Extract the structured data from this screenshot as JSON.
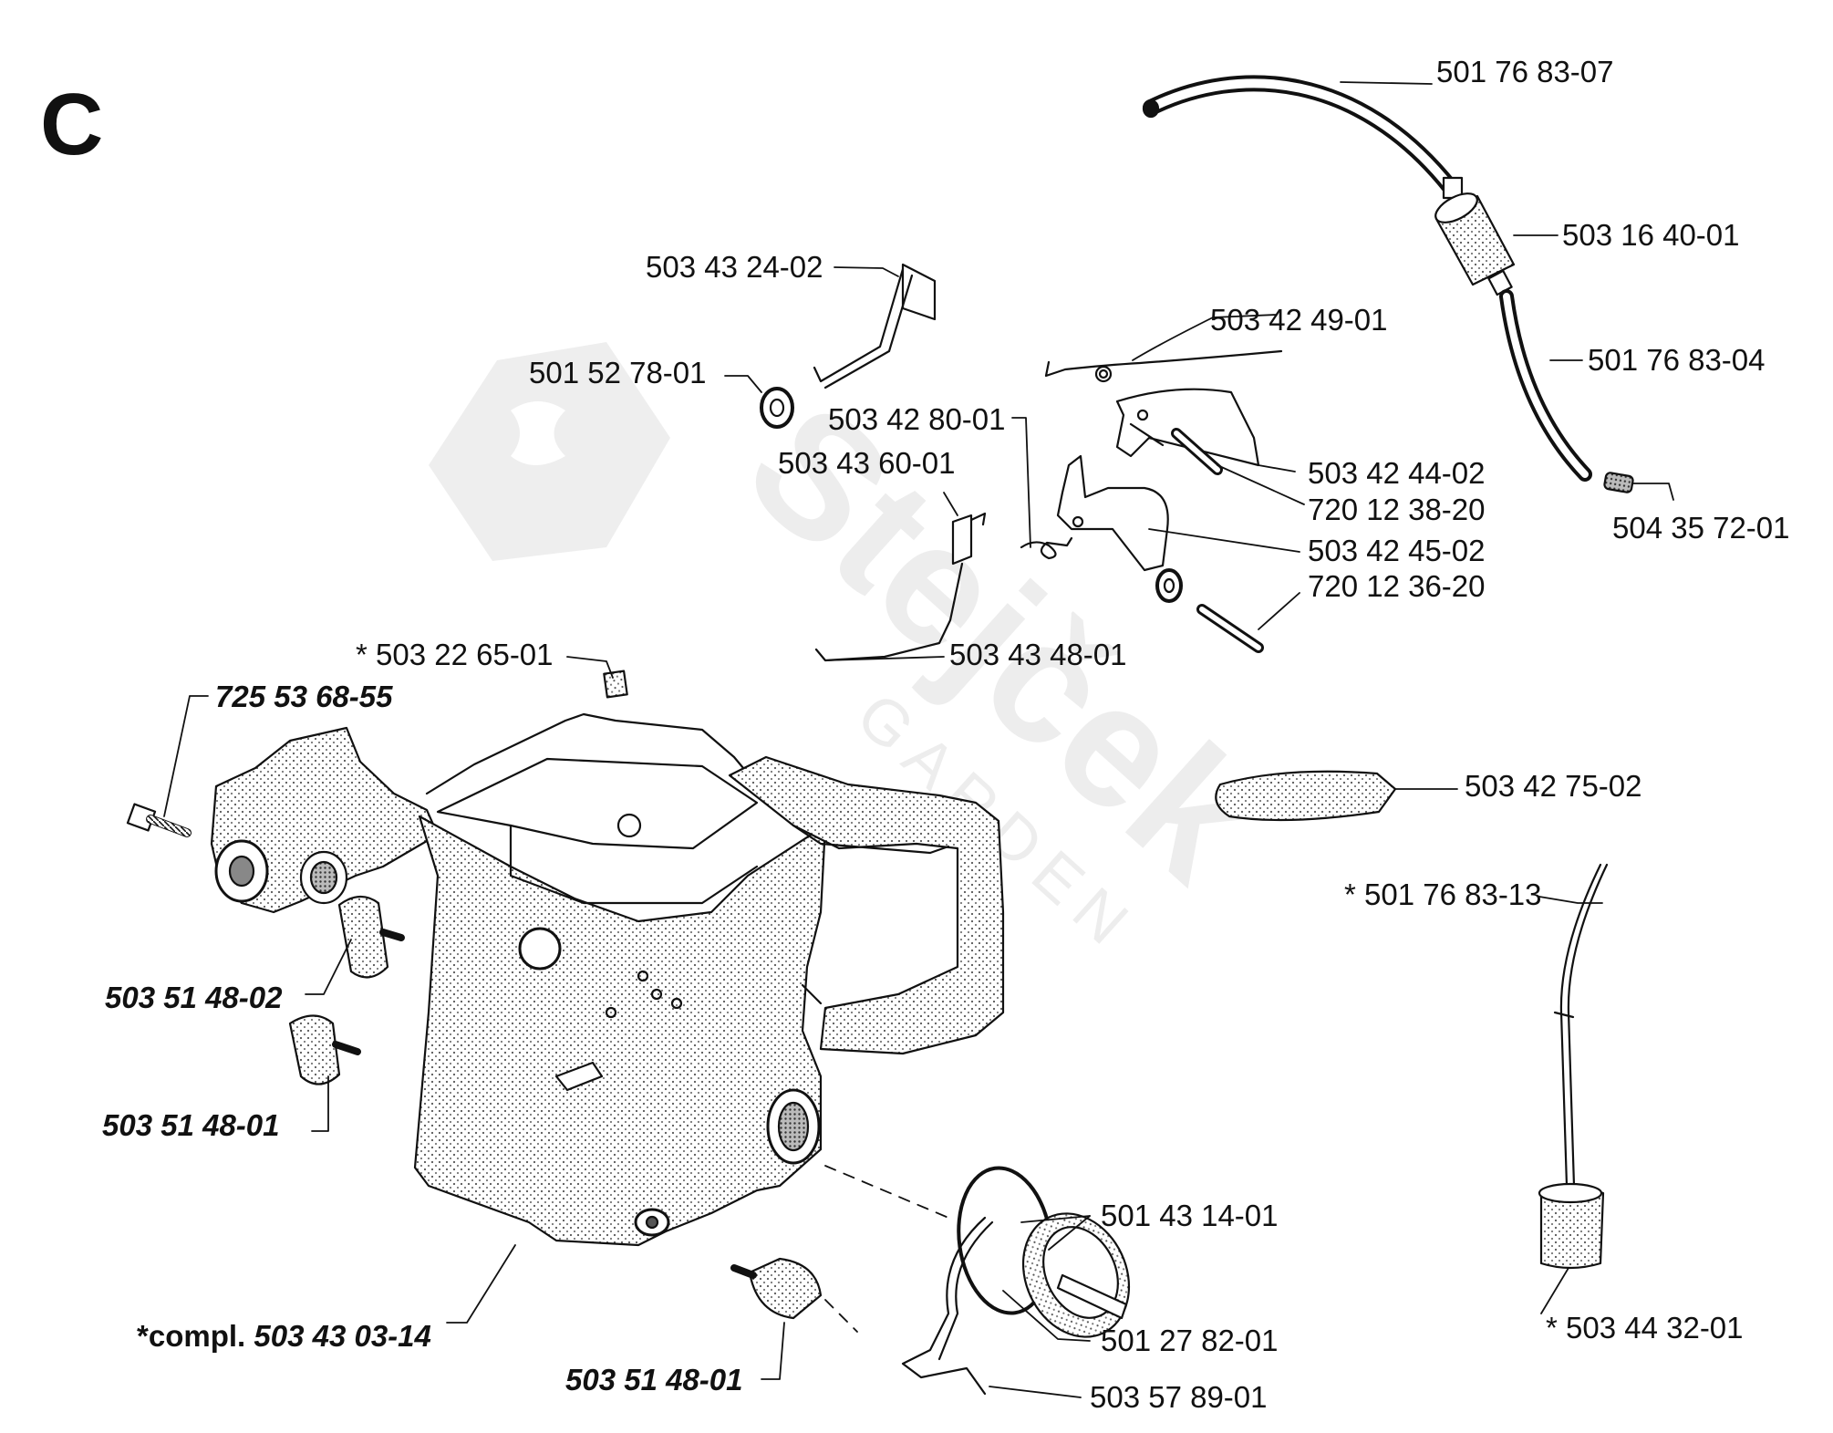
{
  "section_letter": "C",
  "watermark": {
    "brand": "Stejček",
    "sub": "GARDEN"
  },
  "labels": [
    {
      "id": "p1",
      "text": "501 76 83-07"
    },
    {
      "id": "p2",
      "text": "503 16 40-01"
    },
    {
      "id": "p3",
      "text": "501 76 83-04"
    },
    {
      "id": "p4",
      "text": "504 35 72-01"
    },
    {
      "id": "p5",
      "text": "503 43 24-02"
    },
    {
      "id": "p6",
      "text": "501 52 78-01"
    },
    {
      "id": "p7",
      "text": "503 42 49-01"
    },
    {
      "id": "p8",
      "text": "503 42 80-01"
    },
    {
      "id": "p9",
      "text": "503 43 60-01"
    },
    {
      "id": "p10",
      "text": "503 42 44-02"
    },
    {
      "id": "p11",
      "text": "720 12 38-20"
    },
    {
      "id": "p12",
      "text": "503 42 45-02"
    },
    {
      "id": "p13",
      "text": "720 12 36-20"
    },
    {
      "id": "p14",
      "text": "503 43 48-01"
    },
    {
      "id": "p15",
      "text": "* 503 22 65-01"
    },
    {
      "id": "p16",
      "text": "725 53 68-55"
    },
    {
      "id": "p17",
      "text": "503 42 75-02"
    },
    {
      "id": "p18",
      "text": "* 501 76 83-13"
    },
    {
      "id": "p19",
      "text": "503 51 48-02"
    },
    {
      "id": "p20",
      "text": "503 51 48-01"
    },
    {
      "id": "p21",
      "text": "501 43 14-01"
    },
    {
      "id": "p22",
      "text": "501 27 82-01"
    },
    {
      "id": "p23",
      "text": "503 57 89-01"
    },
    {
      "id": "p24",
      "text": "503 51 48-01"
    },
    {
      "id": "p25",
      "text": "* 503 44 32-01"
    },
    {
      "id": "p26",
      "prefix": "*compl.",
      "text": "503 43 03-14"
    }
  ]
}
